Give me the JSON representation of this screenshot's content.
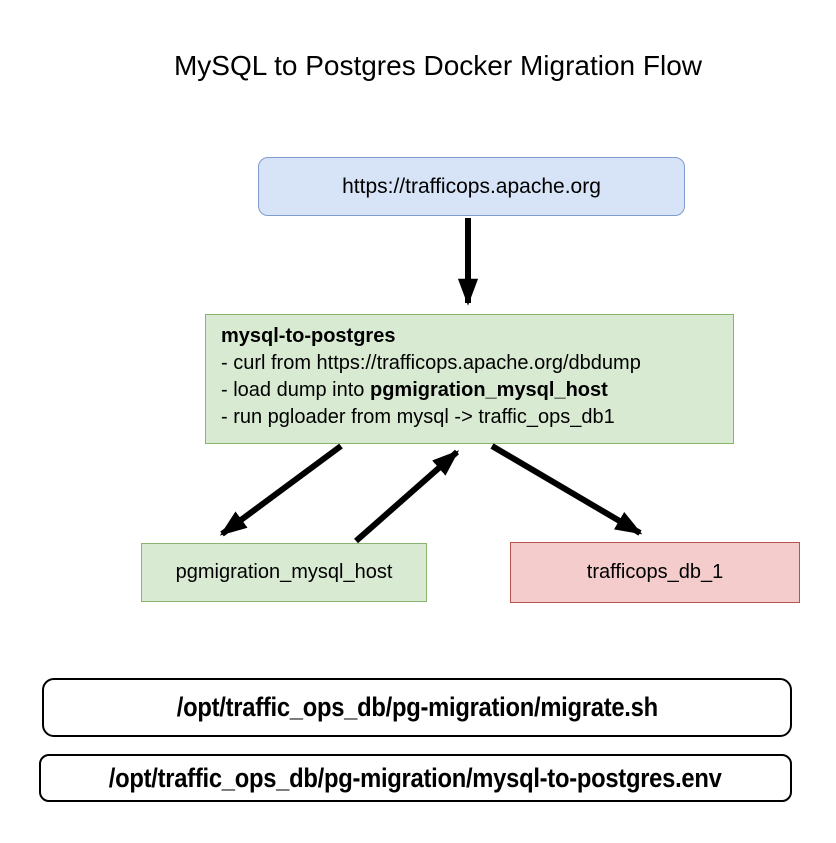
{
  "title": "MySQL to Postgres Docker Migration Flow",
  "nodes": {
    "source": {
      "label": "https://trafficops.apache.org"
    },
    "migration": {
      "heading": "mysql-to-postgres",
      "bullets": [
        {
          "text": "- curl from https://trafficops.apache.org/dbdump"
        },
        {
          "prefix": "- load dump into ",
          "bold": "pgmigration_mysql_host"
        },
        {
          "text": "- run pgloader from mysql -> traffic_ops_db1"
        }
      ]
    },
    "mysql_host": {
      "label": "pgmigration_mysql_host"
    },
    "postgres_db": {
      "label": "trafficops_db_1"
    }
  },
  "file_paths": {
    "migrate_script": "/opt/traffic_ops_db/pg-migration/migrate.sh",
    "env_file": "/opt/traffic_ops_db/pg-migration/mysql-to-postgres.env"
  },
  "colors": {
    "source_fill": "#d7e4f7",
    "source_stroke": "#7e9cce",
    "green_fill": "#d9ead3",
    "green_stroke": "#8ab56d",
    "red_fill": "#f4cccc",
    "red_stroke": "#b85450",
    "arrow": "#000000"
  }
}
